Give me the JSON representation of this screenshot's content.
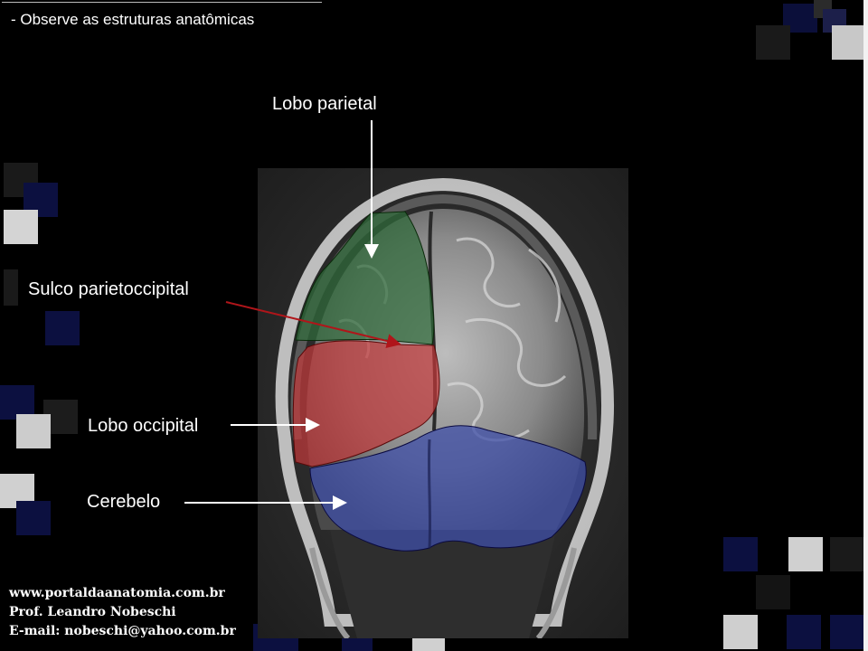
{
  "header": {
    "text": "- Observe as estruturas anatômicas"
  },
  "labels": {
    "parietal": "Lobo parietal",
    "sulcus": "Sulco parietoccipital",
    "occipital": "Lobo occipital",
    "cerebellum": "Cerebelo"
  },
  "credits": {
    "site": "www.portaldaanatomia.com.br",
    "author": "Prof. Leandro Nobeschi",
    "email": "E-mail: nobeschi@yahoo.com.br"
  },
  "colors": {
    "parietal_fill": "#2f6b3a",
    "occipital_fill": "#c0393a",
    "cerebellum_fill": "#3f4fa8",
    "arrow_white": "#ffffff",
    "arrow_red": "#b0151a"
  }
}
